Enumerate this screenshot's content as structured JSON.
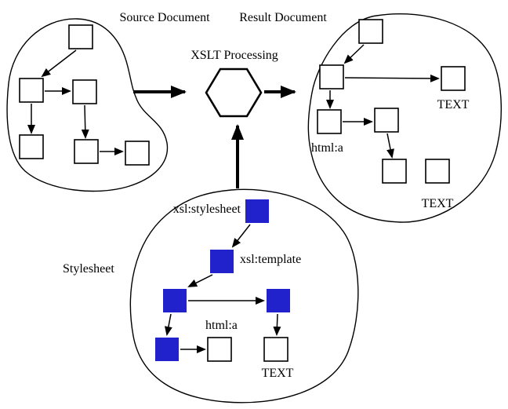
{
  "labels": {
    "source_document": "Source Document",
    "result_document": "Result Document",
    "xslt_processing": "XSLT Processing",
    "stylesheet_group": "Stylesheet",
    "xsl_stylesheet": "xsl:stylesheet",
    "xsl_template": "xsl:template",
    "stylesheet_html_a": "html:a",
    "stylesheet_text": "TEXT",
    "result_html_a": "html:a",
    "result_text_top": "TEXT",
    "result_text_bottom": "TEXT"
  },
  "colors": {
    "instruction_node_fill": "#2222cc",
    "literal_node_fill": "#ffffff",
    "stroke": "#000000",
    "background": "#ffffff"
  }
}
